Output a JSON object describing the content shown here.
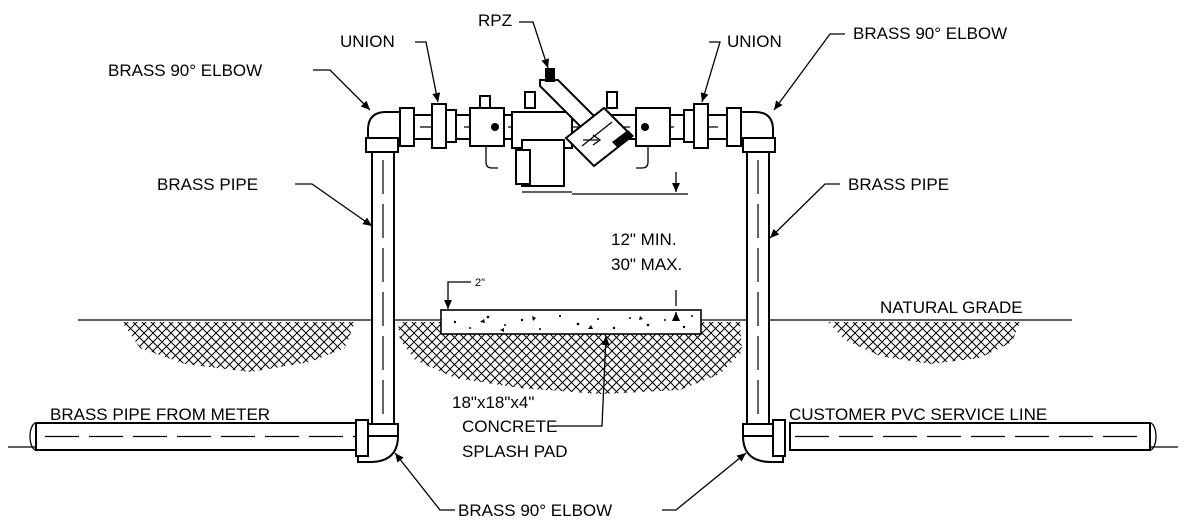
{
  "labels": {
    "rpz": "RPZ",
    "union_left": "UNION",
    "union_right": "UNION",
    "elbow_top_left": "BRASS 90° ELBOW",
    "elbow_top_right": "BRASS 90° ELBOW",
    "pipe_left": "BRASS PIPE",
    "pipe_right": "BRASS PIPE",
    "clearance_min": "12\" MIN.",
    "clearance_max": "30\" MAX.",
    "pad_offset": "2\"",
    "natural_grade": "NATURAL GRADE",
    "pipe_from_meter": "BRASS PIPE FROM  METER",
    "customer_line": "CUSTOMER PVC SERVICE LINE",
    "pad_line1": "18\"x18\"x4\"",
    "pad_line2": "CONCRETE",
    "pad_line3": "SPLASH PAD",
    "elbow_bottom": "BRASS 90° ELBOW"
  },
  "colors": {
    "line": "#000000",
    "background": "#ffffff"
  }
}
